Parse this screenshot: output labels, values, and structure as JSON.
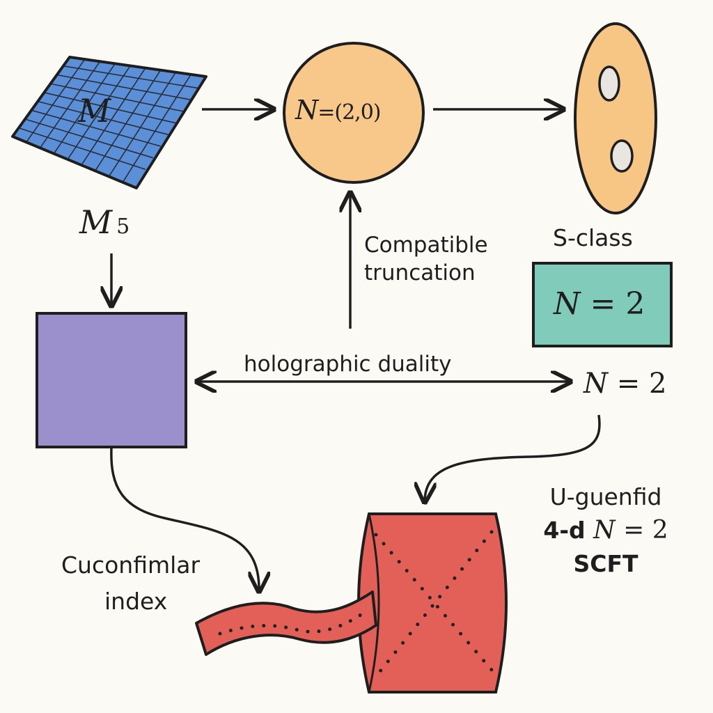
{
  "nodes": {
    "manifold": {
      "label": "M"
    },
    "m5": {
      "letter": "M",
      "sub": "5"
    },
    "theory_20": {
      "letter": "N",
      "rest": "=(2,0)"
    },
    "s_class": {
      "label": "S-class"
    },
    "n2_box": {
      "letter": "N",
      "rest": " = 2"
    },
    "n2_mid": {
      "letter": "N",
      "rest": " = 2"
    },
    "u_guenfid": {
      "line1": "U-guenfid",
      "line2_prefix": "4-d ",
      "line2_letter": "N",
      "line2_rest": " = 2",
      "line3": "SCFT"
    }
  },
  "edges": {
    "compatible_truncation": {
      "line1": "Compatible",
      "line2": "truncation"
    },
    "holographic_duality": {
      "label": "holographic duality"
    },
    "conformal_index": {
      "line1": "Cuconfimlar",
      "line2": "index"
    }
  },
  "colors": {
    "grid_fill": "#5b8fd8",
    "circle_fill": "#f8c78a",
    "oval_fill": "#f7c685",
    "teal_fill": "#80cbb9",
    "purple_fill": "#9b8fcc",
    "red_fill": "#e36058",
    "red_dark": "#c8463f",
    "stroke": "#1e1e1e"
  }
}
